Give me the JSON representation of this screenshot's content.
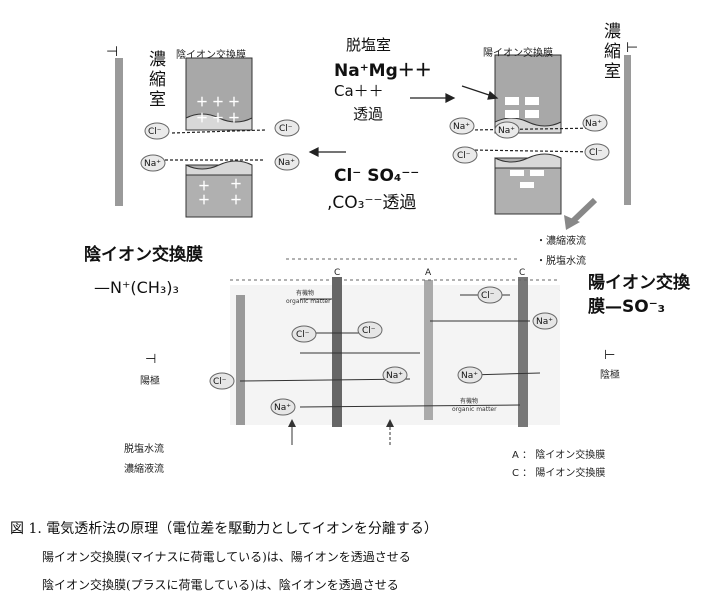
{
  "upper": {
    "left_membrane_title": "陰イオン交換膜",
    "right_membrane_title": "陽イオン交換膜",
    "left_chamber": "濃縮室",
    "right_chamber": "濃縮室",
    "center_title": "脱塩室",
    "cations_line1": "Na⁺Mg＋＋",
    "cations_line2": "Ca＋＋",
    "cations_pass": "透過",
    "anions_line1": "Cl⁻ SO₄⁻⁻",
    "anions_line2": ",CO₃⁻⁻透過",
    "legend_conc": "濃縮液流",
    "legend_desalt": "脱塩水流",
    "ion_cl": "Cl⁻",
    "ion_na": "Na⁺",
    "plus": "＋",
    "minus": "－"
  },
  "left_label": {
    "title": "陰イオン交換膜",
    "formula": "—N⁺(CH₃)₃"
  },
  "right_label": {
    "line1": "陽イオン交換",
    "line2": "膜—SO⁻₃"
  },
  "lower": {
    "anode": "陽極",
    "cathode": "陰極",
    "organic_line1": "有機物",
    "organic_line2": "organic matter",
    "membrane_c": "C",
    "membrane_a": "A",
    "flow_desalt": "脱塩水流",
    "flow_conc": "濃縮液流",
    "legend_a": "A ： 陰イオン交換膜",
    "legend_c": "C ： 陽イオン交換膜"
  },
  "caption": {
    "title": "図 1.  電気透析法の原理（電位差を駆動力としてイオンを分離する）",
    "line1": "陽イオン交換膜(マイナスに荷電している)は、陽イオンを透過させる",
    "line2": "陰イオン交換膜(プラスに荷電している)は、陰イオンを透過させる"
  }
}
